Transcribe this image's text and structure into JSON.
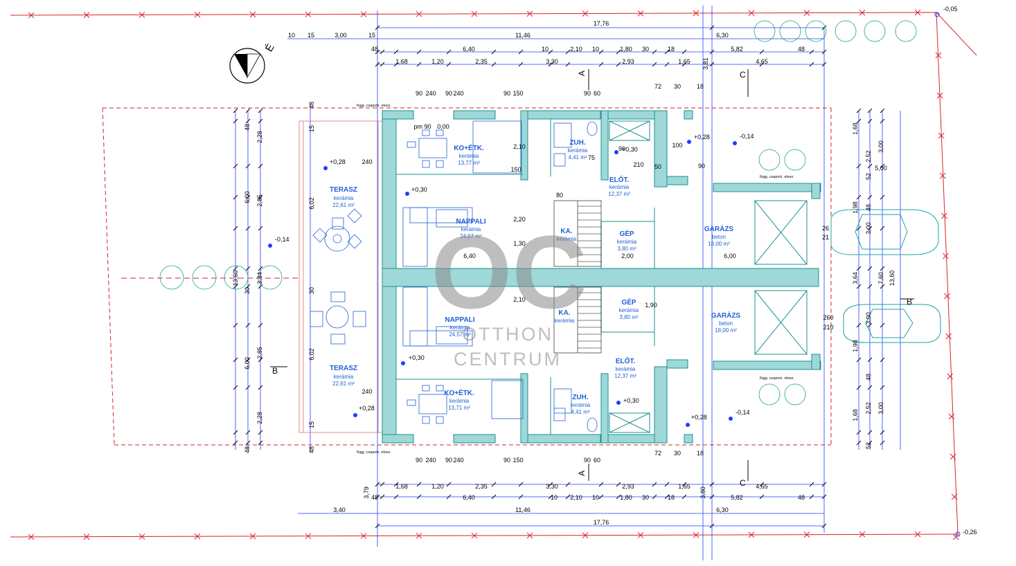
{
  "colors": {
    "boundary": "#d6232a",
    "dimension": "#1e3cff",
    "wall_fill": "#9fd8d8",
    "wall_stroke": "#1a8f8f",
    "furniture": "#1e5fd6",
    "hatch": "#0a7f7f",
    "text": "#000000",
    "watermark": "#8a8a8a"
  },
  "watermark": {
    "logo": "OC",
    "line1": "OTTHON",
    "line2": "CENTRUM"
  },
  "section_marks": {
    "a": "A",
    "b": "B",
    "c": "C"
  },
  "north_label": "É",
  "levels": {
    "plot_top_right": "-0,05",
    "plot_bottom_right": "-0,26",
    "terrace_top": "+0,28",
    "terrace_bottom": "+0,28",
    "garden": "-0,14",
    "living_top": "+0,30",
    "living_bottom": "+0,30",
    "hall_top": "+0,30",
    "hall_bottom": "+0,30",
    "entry_top": "+0,28",
    "entry_bottom": "+0,28",
    "drive_top": "-0,14",
    "drive_bottom": "-0,14"
  },
  "rooms": {
    "terrace_top": {
      "name": "TERASZ",
      "material": "kerámia",
      "area": "22,61 m²"
    },
    "terrace_bottom": {
      "name": "TERASZ",
      "material": "kerámia",
      "area": "22,61 m²"
    },
    "kitchen_top": {
      "name": "KO+ÉTK.",
      "material": "kerámia",
      "area": "13,77 m²"
    },
    "kitchen_bottom": {
      "name": "KO+ÉTK.",
      "material": "kerámia",
      "area": "13,71 m²"
    },
    "living_top": {
      "name": "NAPPALI",
      "material": "kerámia",
      "area": "24,57 m²"
    },
    "living_bottom": {
      "name": "NAPPALI",
      "material": "kerámia",
      "area": "24,57 m²"
    },
    "bath_top": {
      "name": "ZUH.",
      "material": "kerámia",
      "area": "4,41 m²"
    },
    "bath_bottom": {
      "name": "ZUH.",
      "material": "kerámia",
      "area": "4,41 m²"
    },
    "hall_top": {
      "name": "ELŐT.",
      "material": "kerámia",
      "area": "12,37 m²"
    },
    "hall_bottom": {
      "name": "ELŐT.",
      "material": "kerámia",
      "area": "12,37 m²"
    },
    "machine_top": {
      "name": "GÉP",
      "material": "kerámia",
      "area": "3,80 m²"
    },
    "machine_bottom": {
      "name": "GÉP",
      "material": "kerámia",
      "area": "3,80 m²"
    },
    "storage_top": {
      "name": "KA.",
      "material": "kerámia",
      "area": ""
    },
    "storage_bottom": {
      "name": "KA.",
      "material": "kerámia",
      "area": ""
    },
    "garage_top": {
      "name": "GARÁZS",
      "material": "beton",
      "area": "18,00 m²"
    },
    "garage_bottom": {
      "name": "GARÁZS",
      "material": "beton",
      "area": "18,00 m²"
    }
  },
  "notes": {
    "drain": "függ. csapvíz. elvez."
  },
  "dimensions": {
    "top_overall": "17,76",
    "top_row1": [
      "10",
      "15",
      "3,00",
      "15",
      "11,46",
      "6,30"
    ],
    "top_row2": [
      "48",
      "6,40",
      "10",
      "2,10",
      "10",
      "1,80",
      "30",
      "18",
      "5,82",
      "48"
    ],
    "top_row3": [
      "1,68",
      "1,20",
      "2,35",
      "3,30",
      "2,93",
      "1,65",
      "4,65"
    ],
    "top_small": [
      "72",
      "30",
      "18",
      "3,81"
    ],
    "top_wall_dims": [
      "90",
      "240",
      "90",
      "240",
      "90",
      "150",
      "90",
      "60"
    ],
    "bottom_overall": "17,76",
    "bottom_row1": [
      "3,40",
      "11,46",
      "6,30"
    ],
    "bottom_row2": [
      "48",
      "6,40",
      "10",
      "2,10",
      "10",
      "1,80",
      "30",
      "18",
      "5,82",
      "48"
    ],
    "bottom_row3": [
      "1,68",
      "1,20",
      "2,35",
      "3,30",
      "2,93",
      "1,65",
      "4,65"
    ],
    "bottom_small": [
      "72",
      "30",
      "18",
      "3,79",
      "3,80"
    ],
    "bottom_wall_dims": [
      "90",
      "240",
      "90",
      "240",
      "90",
      "150",
      "90",
      "60"
    ],
    "left_overall": "13,60",
    "left_col1": [
      "48",
      "6,00",
      "30",
      "6,00",
      "48"
    ],
    "left_col2": [
      "2,28",
      "2,85",
      "3,34",
      "2,85",
      "2,28"
    ],
    "left_col3": [
      "48",
      "15",
      "6,02",
      "30",
      "6,02",
      "15",
      "48"
    ],
    "right_overall": "13,60",
    "right_col1": [
      "1,68",
      "1,98",
      "3,64",
      "1,98",
      "1,68"
    ],
    "right_col2": [
      "52",
      "2,52",
      "48",
      "3,00",
      "3,00",
      "48",
      "2,52",
      "52"
    ],
    "right_col3": [
      "3,00",
      "7,60",
      "3,00"
    ],
    "right_misc": [
      "5,00",
      "26",
      "21",
      "260",
      "210"
    ],
    "interior": [
      "pm 90",
      "0,00",
      "240",
      "150",
      "2,10",
      "2,20",
      "1,30",
      "6,40",
      "6,00",
      "2,00",
      "90",
      "210",
      "50",
      "100",
      "90",
      "80",
      "75",
      "1,90",
      "2,10",
      "240"
    ]
  }
}
